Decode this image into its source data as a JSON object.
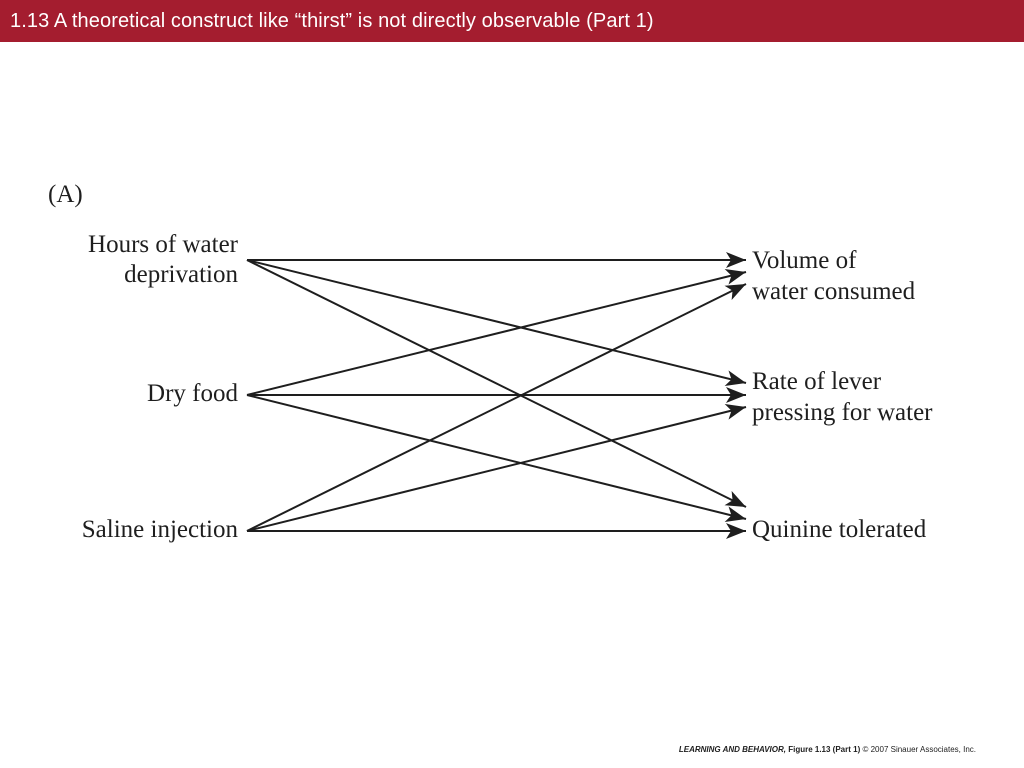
{
  "header": {
    "title": "1.13  A theoretical construct like “thirst” is not directly observable (Part 1)"
  },
  "diagram": {
    "panel_label": "(A)",
    "sources": [
      {
        "lines": [
          "Hours of water",
          "deprivation"
        ]
      },
      {
        "lines": [
          "Dry food"
        ]
      },
      {
        "lines": [
          "Saline injection"
        ]
      }
    ],
    "targets": [
      {
        "lines": [
          "Volume of",
          "water consumed"
        ]
      },
      {
        "lines": [
          "Rate of lever",
          "pressing for water"
        ]
      },
      {
        "lines": [
          "Quinine tolerated"
        ]
      }
    ],
    "connections": [
      {
        "from": 0,
        "to": 0
      },
      {
        "from": 0,
        "to": 1
      },
      {
        "from": 0,
        "to": 2
      },
      {
        "from": 1,
        "to": 0
      },
      {
        "from": 1,
        "to": 1
      },
      {
        "from": 1,
        "to": 2
      },
      {
        "from": 2,
        "to": 0
      },
      {
        "from": 2,
        "to": 1
      },
      {
        "from": 2,
        "to": 2
      }
    ]
  },
  "footer": {
    "book": "LEARNING AND BEHAVIOR,",
    "figure": "Figure 1.13 (Part 1)",
    "copyright": "© 2007 Sinauer Associates, Inc."
  },
  "colors": {
    "header_bg": "#a41d2f",
    "header_text": "#ffffff",
    "ink": "#1e1e1e"
  }
}
